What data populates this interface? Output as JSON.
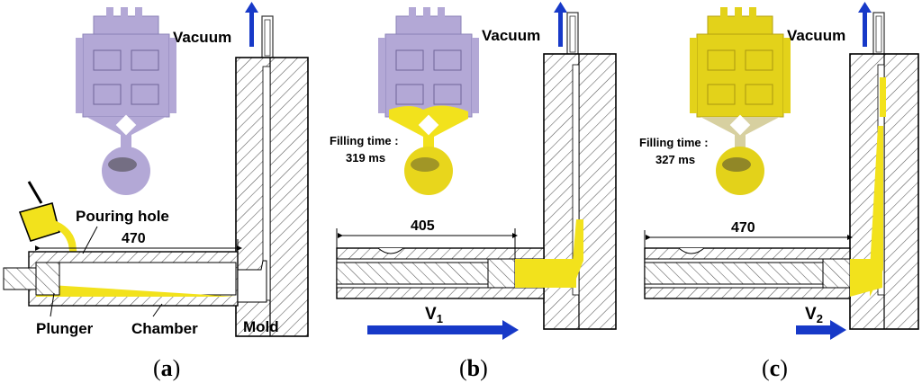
{
  "panels": [
    {
      "caption_letter": "a",
      "vacuum_label": "Vacuum",
      "dimension_value": "470",
      "pouring_hole_label": "Pouring hole",
      "plunger_label": "Plunger",
      "chamber_label": "Chamber",
      "mold_label": "Mold",
      "part_color": "#b3a8d6"
    },
    {
      "caption_letter": "b",
      "vacuum_label": "Vacuum",
      "dimension_value": "405",
      "filling_time_label": "Filling time :",
      "filling_time_value": "319 ms",
      "velocity_label": "V",
      "velocity_sub": "1",
      "part_color": "#b3a8d6"
    },
    {
      "caption_letter": "c",
      "vacuum_label": "Vacuum",
      "dimension_value": "470",
      "filling_time_label": "Filling time :",
      "filling_time_value": "327 ms",
      "velocity_label": "V",
      "velocity_sub": "2",
      "part_color": "#e3d21a"
    }
  ],
  "colors": {
    "metal": "#f2e21c",
    "arrow": "#1739c8",
    "hatch": "#555555"
  }
}
